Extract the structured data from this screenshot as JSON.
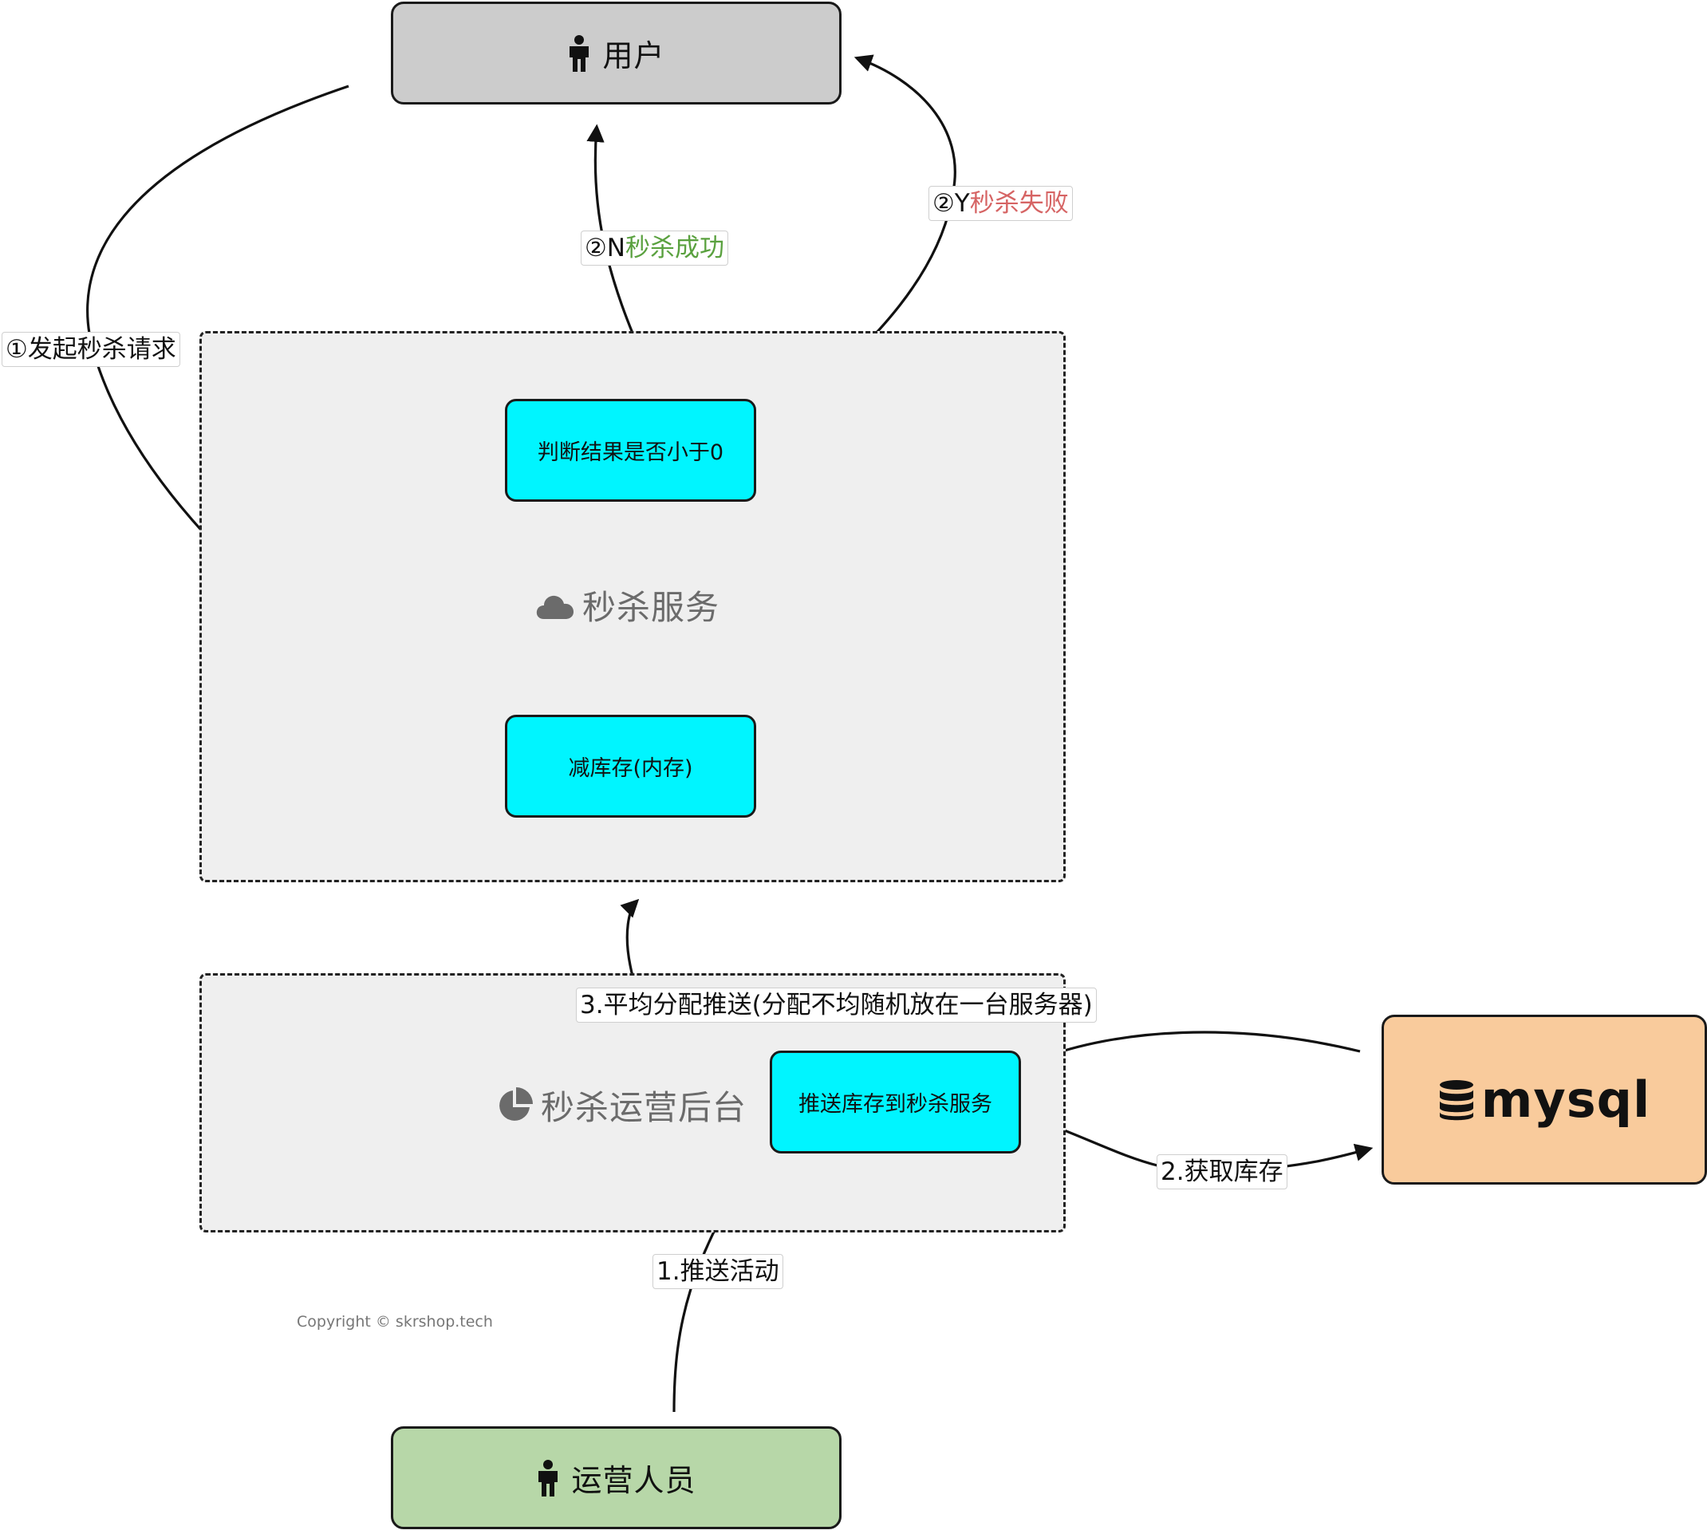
{
  "nodes": {
    "user": {
      "label": "用户",
      "icon": "person-icon"
    },
    "operator": {
      "label": "运营人员",
      "icon": "person-icon"
    },
    "judge": {
      "label": "判断结果是否小于0"
    },
    "deduct": {
      "label": "减库存(内存)"
    },
    "push": {
      "label": "推送库存到秒杀服务"
    },
    "mysql": {
      "label": "mysql",
      "icon": "database-icon"
    }
  },
  "groups": {
    "seckill_service": {
      "title": "秒杀服务",
      "icon": "cloud-icon"
    },
    "ops_backend": {
      "title": "秒杀运营后台",
      "icon": "pie-chart-icon"
    }
  },
  "edges": {
    "request": {
      "label": "①发起秒杀请求"
    },
    "success": {
      "prefix": "②N",
      "text": "秒杀成功"
    },
    "fail": {
      "prefix": "②Y",
      "text": "秒杀失败"
    },
    "push_activity": {
      "label": "1.推送活动"
    },
    "get_stock": {
      "label": "2.获取库存"
    },
    "distribute": {
      "label": "3.平均分配推送(分配不均随机放在一台服务器)"
    }
  },
  "copyright": "Copyright © skrshop.tech",
  "colors": {
    "user_box": "#cccccc",
    "operator_box": "#b7d7a8",
    "process_box": "#00f5ff",
    "mysql_box": "#f9cb9c",
    "group_bg": "#efefef",
    "success_text": "#5aa13f",
    "fail_text": "#d66464"
  }
}
